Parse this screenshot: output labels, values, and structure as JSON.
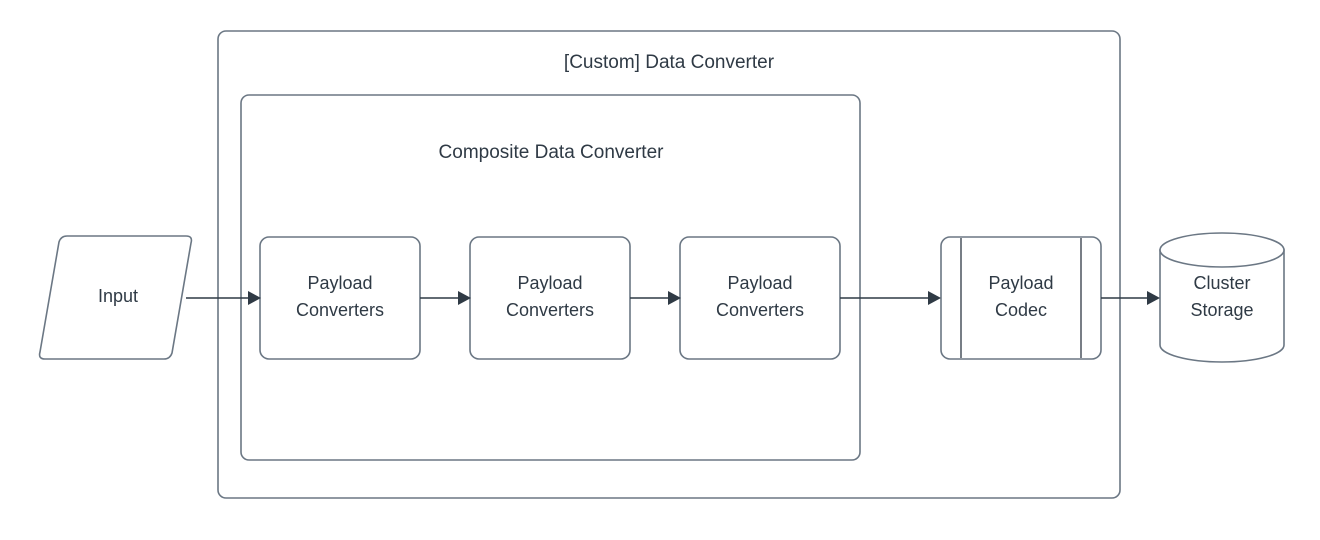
{
  "diagram": {
    "type": "flowchart",
    "title": "[Custom] Data Converter",
    "colors": {
      "stroke": "#6b7784",
      "text": "#2f3a45",
      "connector": "#2f3a45",
      "background": "#ffffff"
    },
    "containers": [
      {
        "id": "custom-data-converter",
        "label": "[Custom] Data Converter",
        "shape": "rounded-rectangle"
      },
      {
        "id": "composite-data-converter",
        "label": "Composite Data Converter",
        "shape": "rounded-rectangle"
      }
    ],
    "nodes": [
      {
        "id": "input",
        "shape": "parallelogram",
        "label_line1": "Input",
        "label_line2": ""
      },
      {
        "id": "payload-converters-1",
        "shape": "rounded-rectangle",
        "label_line1": "Payload",
        "label_line2": "Converters"
      },
      {
        "id": "payload-converters-2",
        "shape": "rounded-rectangle",
        "label_line1": "Payload",
        "label_line2": "Converters"
      },
      {
        "id": "payload-converters-3",
        "shape": "rounded-rectangle",
        "label_line1": "Payload",
        "label_line2": "Converters"
      },
      {
        "id": "payload-codec",
        "shape": "predefined-process",
        "label_line1": "Payload",
        "label_line2": "Codec"
      },
      {
        "id": "cluster-storage",
        "shape": "cylinder",
        "label_line1": "Cluster",
        "label_line2": "Storage"
      }
    ],
    "edges": [
      {
        "id": "edge-input-to-pc1",
        "from": "input",
        "to": "payload-converters-1",
        "style": "solid-arrow"
      },
      {
        "id": "edge-pc1-to-pc2",
        "from": "payload-converters-1",
        "to": "payload-converters-2",
        "style": "solid-arrow"
      },
      {
        "id": "edge-pc2-to-pc3",
        "from": "payload-converters-2",
        "to": "payload-converters-3",
        "style": "solid-arrow"
      },
      {
        "id": "edge-pc3-to-codec",
        "from": "payload-converters-3",
        "to": "payload-codec",
        "style": "solid-arrow"
      },
      {
        "id": "edge-codec-to-storage",
        "from": "payload-codec",
        "to": "cluster-storage",
        "style": "solid-arrow"
      }
    ]
  }
}
